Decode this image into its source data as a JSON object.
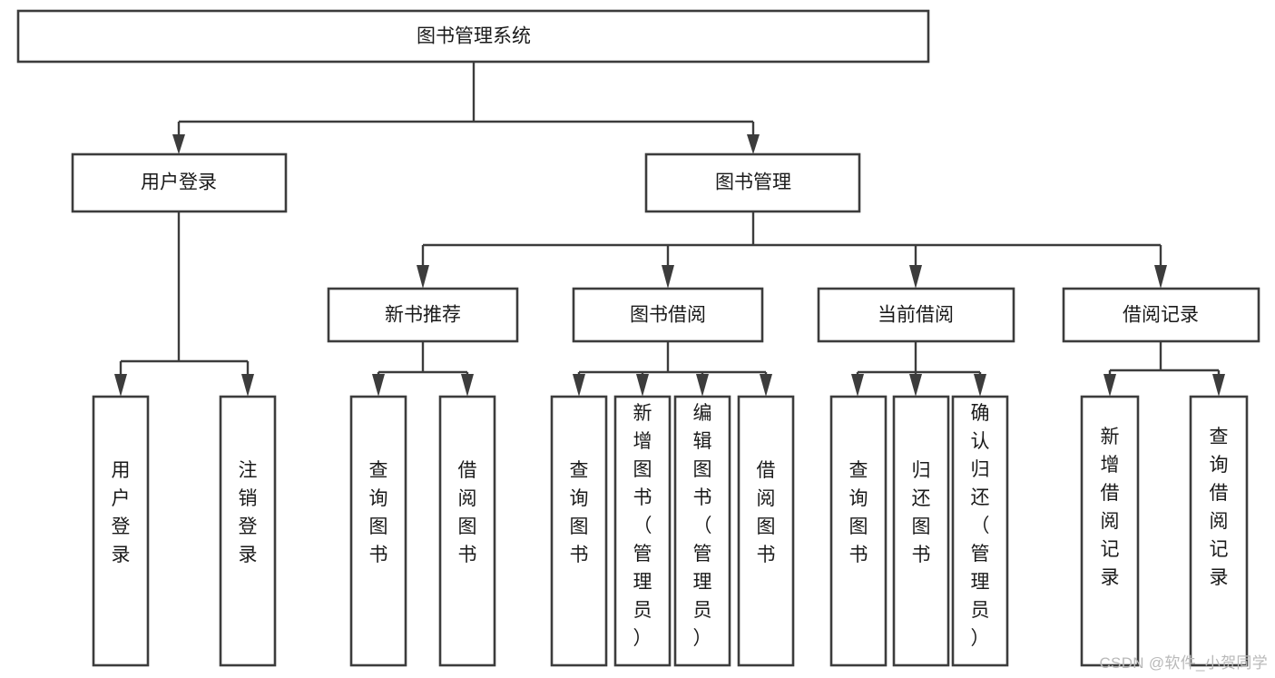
{
  "diagram": {
    "type": "tree-hierarchy-flowchart",
    "title": "图书管理系统",
    "root": {
      "label": "图书管理系统",
      "shape": "rectangle",
      "orientation": "horizontal"
    },
    "level1": [
      {
        "label": "用户登录",
        "shape": "rectangle",
        "orientation": "horizontal"
      },
      {
        "label": "图书管理",
        "shape": "rectangle",
        "orientation": "horizontal"
      }
    ],
    "level2": [
      {
        "label": "新书推荐",
        "shape": "rectangle",
        "orientation": "horizontal",
        "parent": "图书管理"
      },
      {
        "label": "图书借阅",
        "shape": "rectangle",
        "orientation": "horizontal",
        "parent": "图书管理"
      },
      {
        "label": "当前借阅",
        "shape": "rectangle",
        "orientation": "horizontal",
        "parent": "图书管理"
      },
      {
        "label": "借阅记录",
        "shape": "rectangle",
        "orientation": "horizontal",
        "parent": "图书管理"
      }
    ],
    "leaves": [
      {
        "label": "用户登录",
        "parent": "用户登录",
        "orientation": "vertical"
      },
      {
        "label": "注销登录",
        "parent": "用户登录",
        "orientation": "vertical"
      },
      {
        "label": "查询图书",
        "parent": "新书推荐",
        "orientation": "vertical"
      },
      {
        "label": "借阅图书",
        "parent": "新书推荐",
        "orientation": "vertical"
      },
      {
        "label": "查询图书",
        "parent": "图书借阅",
        "orientation": "vertical"
      },
      {
        "label": "新增图书（管理员）",
        "parent": "图书借阅",
        "orientation": "vertical"
      },
      {
        "label": "编辑图书（管理员）",
        "parent": "图书借阅",
        "orientation": "vertical"
      },
      {
        "label": "借阅图书",
        "parent": "图书借阅",
        "orientation": "vertical"
      },
      {
        "label": "查询图书",
        "parent": "当前借阅",
        "orientation": "vertical"
      },
      {
        "label": "归还图书",
        "parent": "当前借阅",
        "orientation": "vertical"
      },
      {
        "label": "确认归还（管理员）",
        "parent": "当前借阅",
        "orientation": "vertical"
      },
      {
        "label": "新增借阅记录",
        "parent": "借阅记录",
        "orientation": "vertical"
      },
      {
        "label": "查询借阅记录",
        "parent": "借阅记录",
        "orientation": "vertical"
      }
    ],
    "colors": {
      "stroke": "#3c3c3c",
      "fill": "#ffffff",
      "text": "#1a1a1a",
      "background": "#ffffff",
      "watermark": "#b9b9b9"
    }
  },
  "watermark": {
    "text": "CSDN @软件_小贺同学"
  }
}
